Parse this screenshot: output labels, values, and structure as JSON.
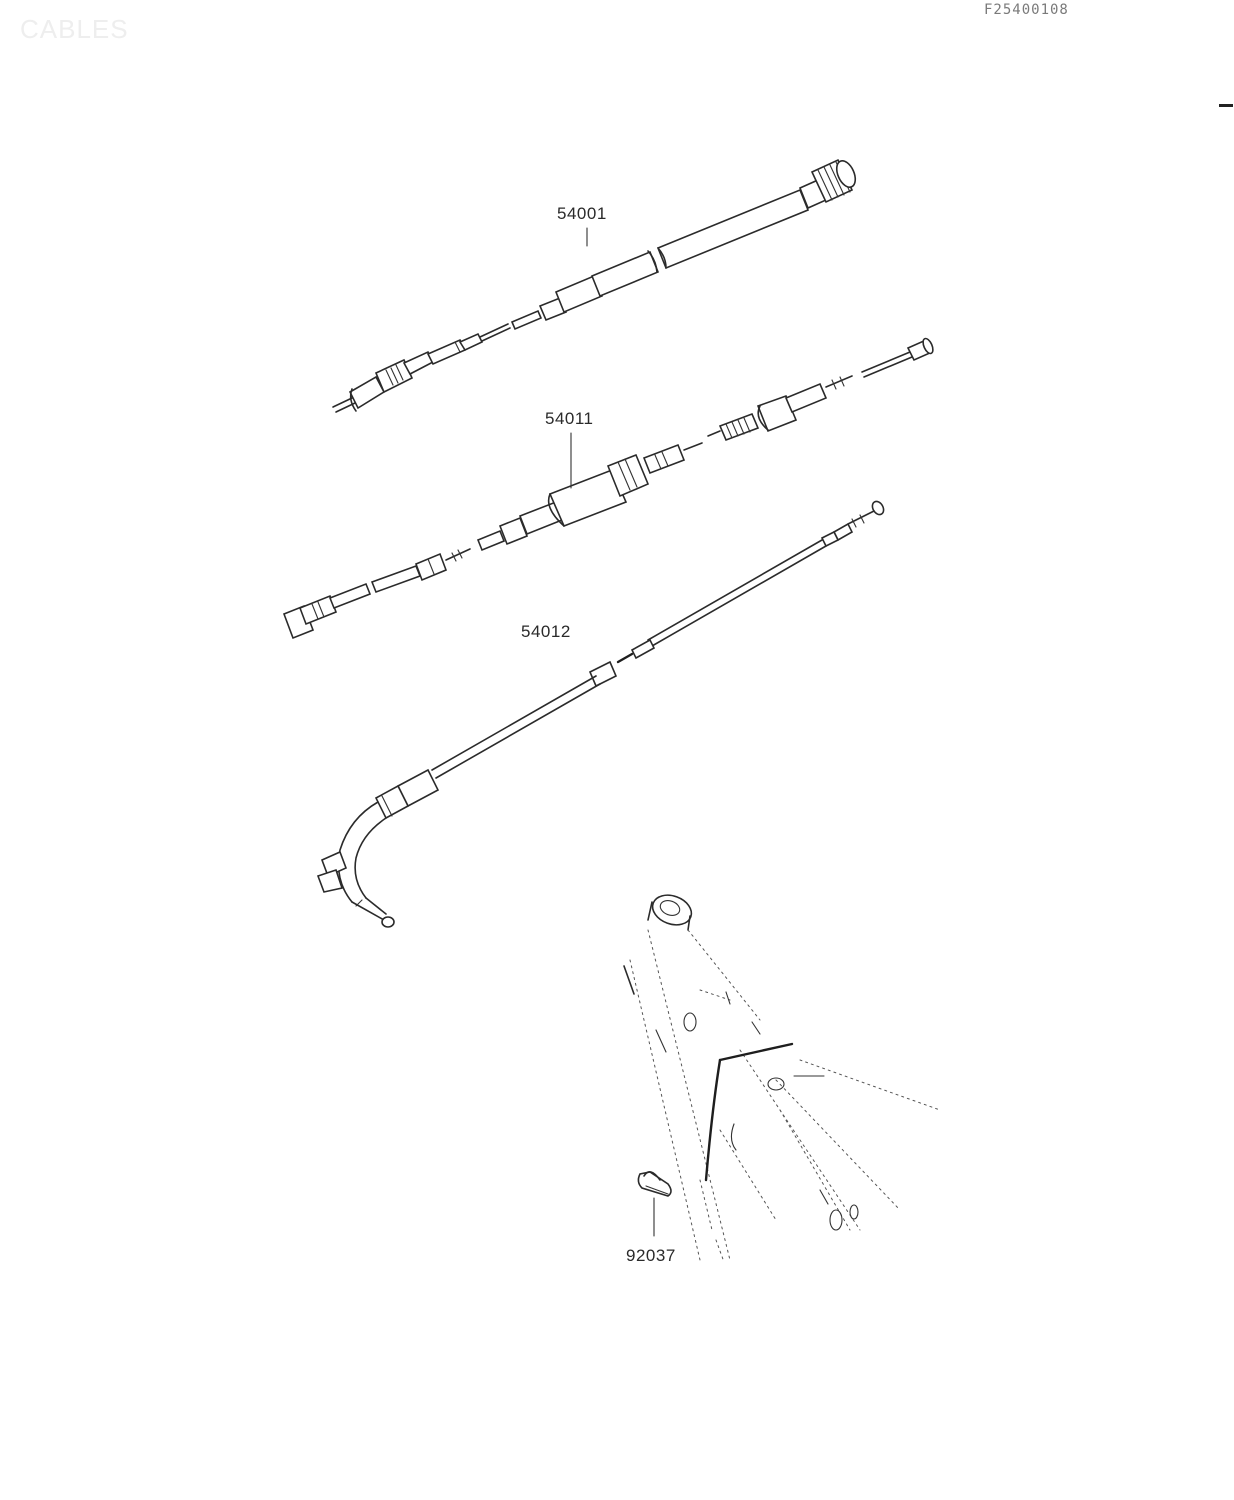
{
  "header": {
    "title": "CABLES",
    "diagram_code": "F25400108"
  },
  "parts": [
    {
      "number": "54001"
    },
    {
      "number": "54011"
    },
    {
      "number": "54012"
    },
    {
      "number": "92037"
    }
  ]
}
